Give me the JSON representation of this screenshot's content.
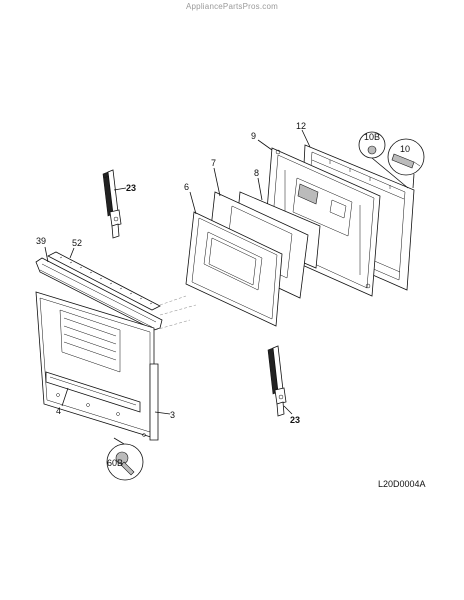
{
  "watermark": "AppliancePartsPros.com",
  "drawing_code": "L20D0004A",
  "callouts": {
    "c9": "9",
    "c12": "12",
    "c10B": "10B",
    "c10": "10",
    "c7": "7",
    "c8": "8",
    "c6": "6",
    "c23_top": "23",
    "c39": "39",
    "c52": "52",
    "c4": "4",
    "c3": "3",
    "c23_bottom": "23",
    "c60B": "60B"
  }
}
